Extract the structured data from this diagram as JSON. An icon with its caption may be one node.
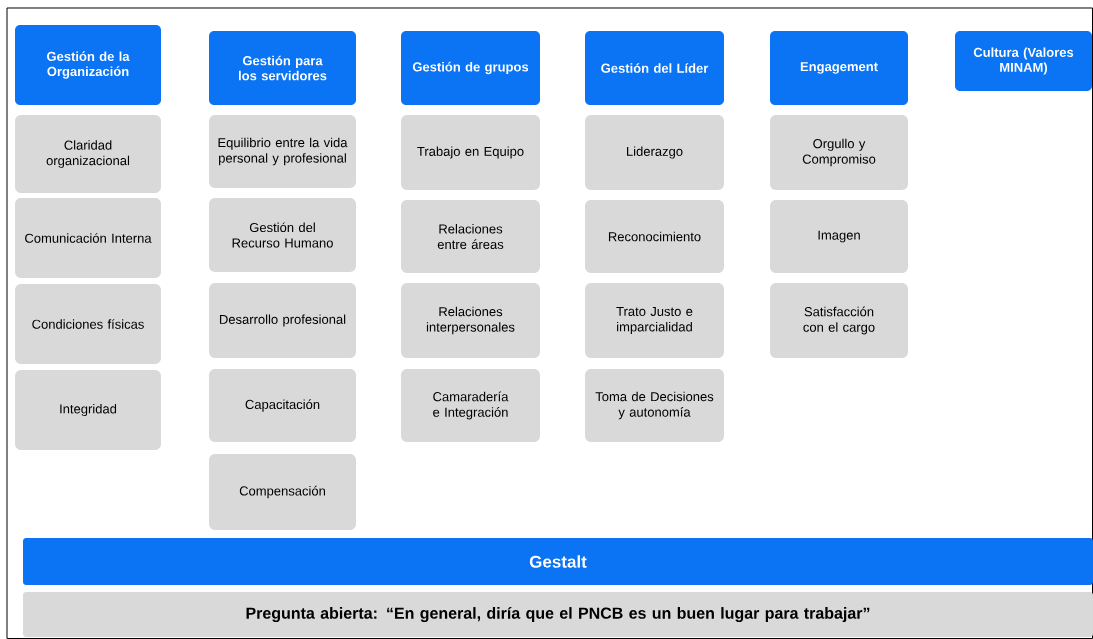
{
  "diagram": {
    "nodes": [
      {
        "text": [
          "Gestión de la Organización"
        ]
      },
      {
        "text": [
          "Claridad organizacional"
        ]
      },
      {
        "text": [
          "Comunicación Interna"
        ]
      },
      {
        "text": [
          "Condiciones físicas"
        ]
      },
      {
        "text": [
          "Integridad"
        ]
      },
      {
        "text": [
          "Gestión para los servidores"
        ]
      },
      {
        "text": [
          "Equilibrio entre la vida personal y profesional"
        ]
      },
      {
        "text": [
          "Gestión del Recurso Humano"
        ]
      },
      {
        "text": [
          "Desarrollo profesional"
        ]
      },
      {
        "text": [
          "Capacitación"
        ]
      },
      {
        "text": [
          "Compensación"
        ]
      },
      {
        "text": [
          "Gestión de grupos"
        ]
      },
      {
        "text": [
          "Trabajo en Equipo"
        ]
      },
      {
        "text": [
          "Relaciones entre áreas"
        ]
      },
      {
        "text": [
          "Relaciones interpersonales"
        ]
      },
      {
        "text": [
          "Camaradería e Integración"
        ]
      },
      {
        "text": [
          "Gestión del Líder"
        ]
      },
      {
        "text": [
          "Liderazgo"
        ]
      },
      {
        "text": [
          "Reconocimiento"
        ]
      },
      {
        "text": [
          "Trato Justo e imparcialidad"
        ]
      },
      {
        "text": [
          "Toma de Decisiones y autonomía"
        ]
      },
      {
        "text": [
          "Engagement"
        ]
      },
      {
        "text": [
          "Orgullo y Compromiso"
        ]
      },
      {
        "text": [
          "Imagen"
        ]
      },
      {
        "text": [
          "Satisfacción con el cargo"
        ]
      },
      {
        "text": [
          "Cultura (Valores MINAM)"
        ]
      },
      {
        "text": [
          "Gestalt"
        ]
      },
      {
        "text": [
          "Pregunta abierta: “En general, diría que el PNCB es un buen lugar para trabajar”"
        ]
      }
    ]
  }
}
